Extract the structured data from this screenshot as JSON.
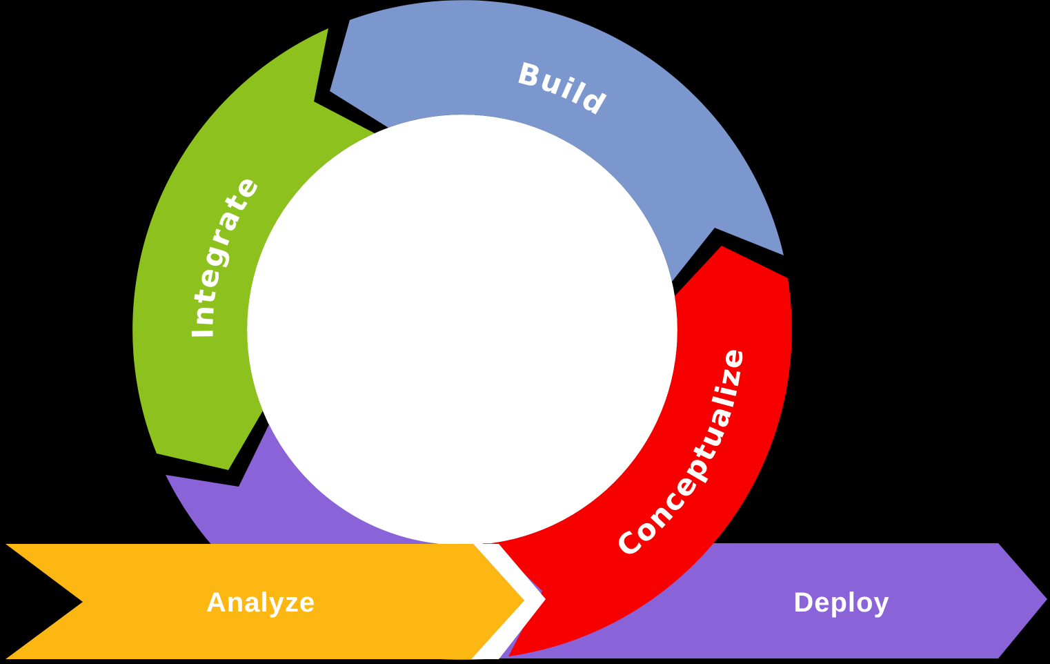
{
  "canvas": {
    "background": "#000000",
    "inner_circle_color": "#FFFFFF",
    "separator_color": "#FFFFFF",
    "label_color": "#FFFFFF"
  },
  "ring": {
    "segments": [
      {
        "name": "integrate",
        "label": "Integrate",
        "color": "#8DC21E"
      },
      {
        "name": "build",
        "label": "Build",
        "color": "#7C96CE"
      },
      {
        "name": "conceptualize",
        "label": "Conceptualize",
        "color": "#F90000"
      },
      {
        "name": "deploy-arc",
        "label": "",
        "color": "#8B63D9"
      }
    ]
  },
  "ribbons": {
    "analyze": {
      "label": "Analyze",
      "color": "#FCB712",
      "text_color": "#FFFFFF"
    },
    "deploy": {
      "label": "Deploy",
      "color": "#8B63D9",
      "text_color": "#FFFFFF"
    }
  },
  "cycle_steps": [
    "Conceptualize",
    "Build",
    "Integrate",
    "Analyze",
    "Deploy"
  ]
}
